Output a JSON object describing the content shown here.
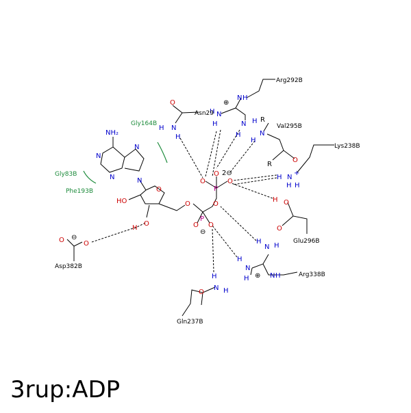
{
  "title": "3rup:ADP",
  "atoms": {
    "NH2": "NH₂",
    "N": "N",
    "H": "H",
    "O": "O",
    "P": "P",
    "HO": "HO",
    "R": "R",
    "plus": "⊕",
    "minus": "⊖",
    "charge2": "2⊖",
    "nplus": "+"
  },
  "residues": {
    "arg292": "Arg292B",
    "asn29": "Asn29",
    "val295": "Val295B",
    "lys238": "Lys238B",
    "gly164": "Gly164B",
    "gly83": "Gly83B",
    "phe193": "Phe193B",
    "glu296": "Glu296B",
    "asp382": "Asp382B",
    "arg338": "Arg338B",
    "gln237": "Gln237B"
  }
}
